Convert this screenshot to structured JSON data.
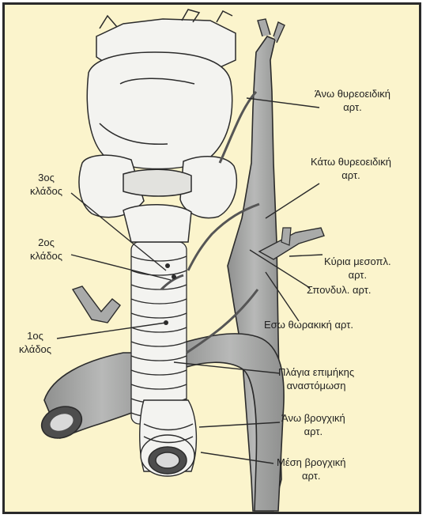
{
  "labels": {
    "superior_thyroid": {
      "line1": "Άνω θυρεοειδική",
      "line2": "αρτ."
    },
    "inferior_thyroid": {
      "line1": "Κάτω θυρεοειδική",
      "line2": "αρτ."
    },
    "costocervical": {
      "line1": "Κύρια μεσοπλ.",
      "line2": "αρτ."
    },
    "vertebral": {
      "line1": "Σπονδυλ. αρτ."
    },
    "internal_thoracic": {
      "line1": "Εσω θωρακική αρτ."
    },
    "lateral_anastomosis": {
      "line1": "Πλάγια επιμήκης",
      "line2": "αναστόμωση"
    },
    "superior_bronchial": {
      "line1": "Άνω βρογχική",
      "line2": "αρτ."
    },
    "middle_bronchial": {
      "line1": "Μέση βρογχική",
      "line2": "αρτ."
    },
    "branch_3": {
      "line1": "3ος",
      "line2": "κλάδος"
    },
    "branch_2": {
      "line1": "2ος",
      "line2": "κλάδος"
    },
    "branch_1": {
      "line1": "1ος",
      "line2": "κλάδος"
    }
  },
  "colors": {
    "background": "#fbf4cc",
    "frame": "#2a2a2a",
    "artery_fill": "#a9aaa9",
    "artery_shade": "#8e8f8e",
    "cartilage_fill": "#f3f3f0",
    "outline": "#2b2b2b"
  }
}
